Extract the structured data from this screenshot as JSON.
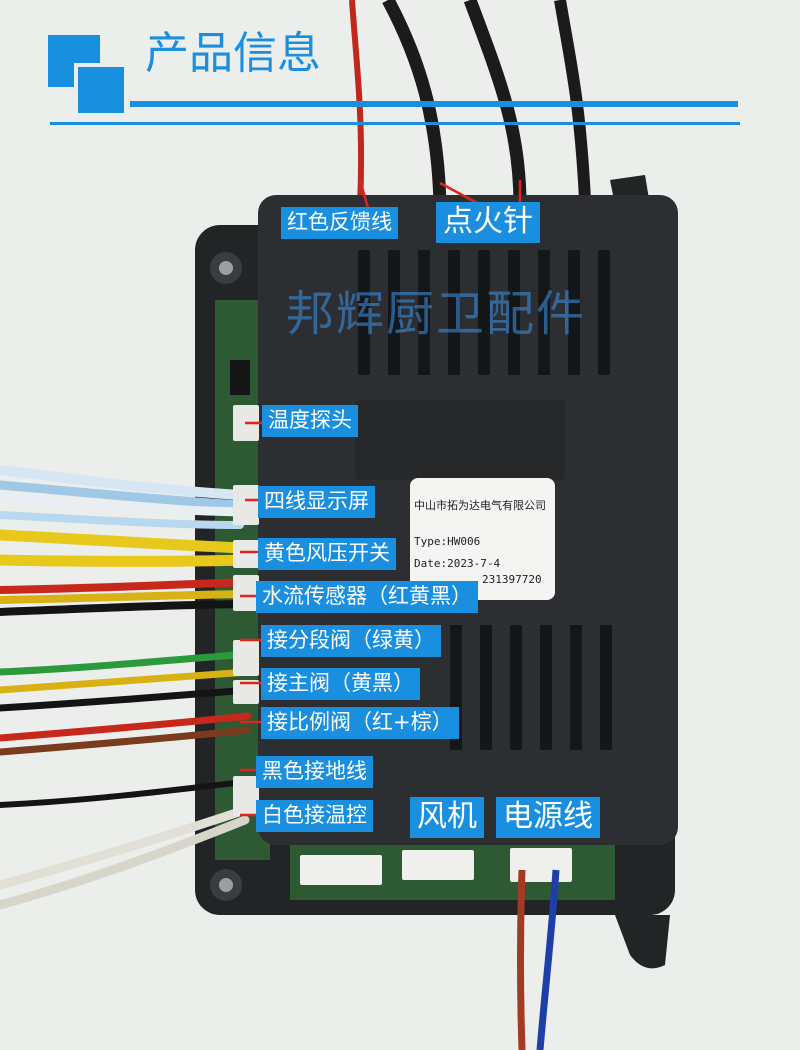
{
  "header": {
    "title": "产品信息"
  },
  "watermark": "邦辉厨卫配件",
  "sticker": {
    "company": "中山市拓为达电气有限公司",
    "type": "Type:HW006",
    "date": "Date:2023-7-4",
    "serial": "231397720"
  },
  "top_callouts": {
    "feedback_wire": "红色反馈线",
    "ignition_needle": "点火针"
  },
  "left_callouts": [
    "温度探头",
    "四线显示屏",
    "黄色风压开关",
    "水流传感器（红黄黑）",
    "接分段阀（绿黄）",
    "接主阀（黄黑）",
    "接比例阀（红+棕）",
    "黑色接地线",
    "白色接温控"
  ],
  "bottom_callouts": {
    "fan": "风机",
    "power": "电源线"
  },
  "colors": {
    "accent": "#1a8fe0",
    "housing": "#2c2e31",
    "pcb": "#2d5a32"
  }
}
